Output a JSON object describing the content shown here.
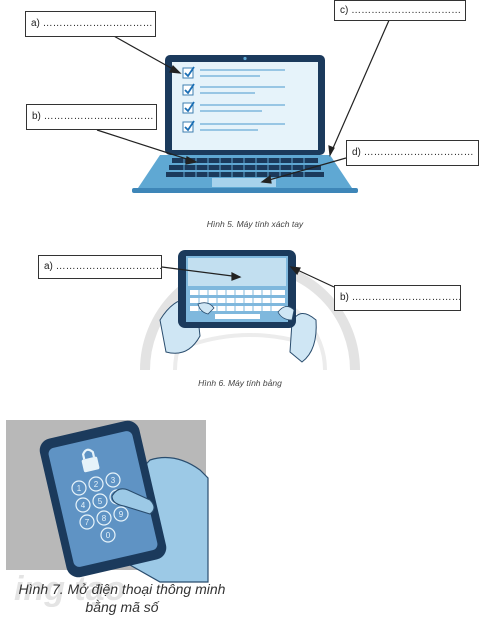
{
  "figure5": {
    "caption": "Hình 5. Máy tính xách tay",
    "labels": {
      "a": "a) ……………………………",
      "b": "b) ……………………………",
      "c": "c) ……………………………",
      "d": "d) ……………………………"
    }
  },
  "figure6": {
    "caption": "Hình 6. Máy tính bảng",
    "labels": {
      "a": "a) ……………………………",
      "b": "b) ……………………………"
    }
  },
  "figure7": {
    "caption_line1": "Hình 7. Mở điện thoại thông minh",
    "caption_line2": "bằng mã số"
  },
  "colors": {
    "device_blue": "#5fa8d3",
    "screen_light": "#e6f3fa",
    "dark_navy": "#1b3a5c",
    "hand_blue": "#9cc9e6",
    "phone_screen": "#5f93c4"
  }
}
